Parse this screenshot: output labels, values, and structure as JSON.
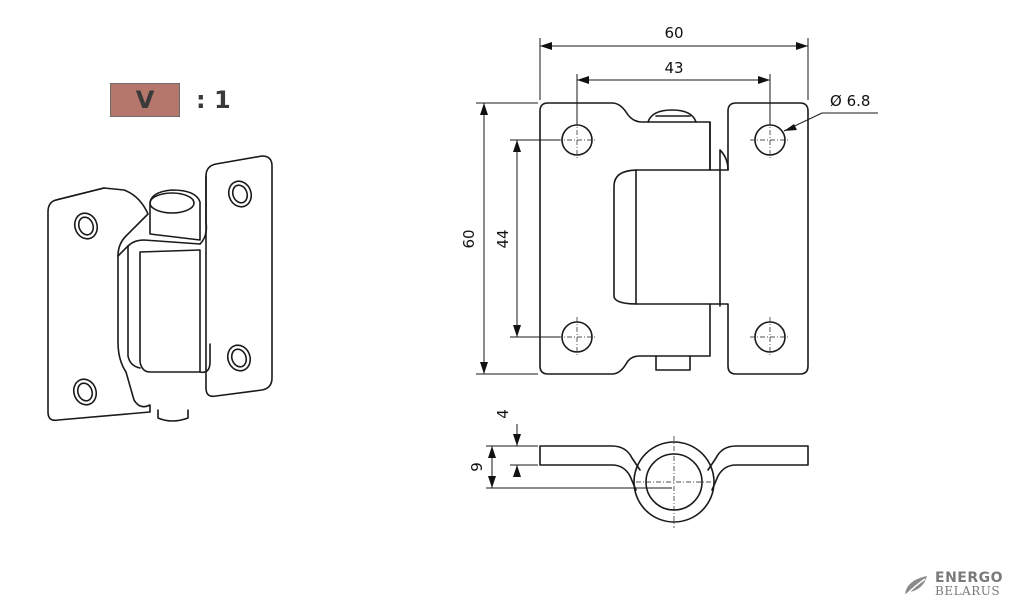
{
  "badge": {
    "label": "V",
    "ratio": ": 1",
    "color": "#b5766b"
  },
  "dimensions": {
    "top_overall": "60",
    "top_holes": "43",
    "hole_dia": "Ø 6.8",
    "left_overall": "60",
    "left_holes": "44",
    "side_thickness": "4",
    "side_height": "9"
  },
  "logo": {
    "line1": "ENERGO",
    "line2": "BELARUS",
    "icon": "leaf-icon"
  }
}
